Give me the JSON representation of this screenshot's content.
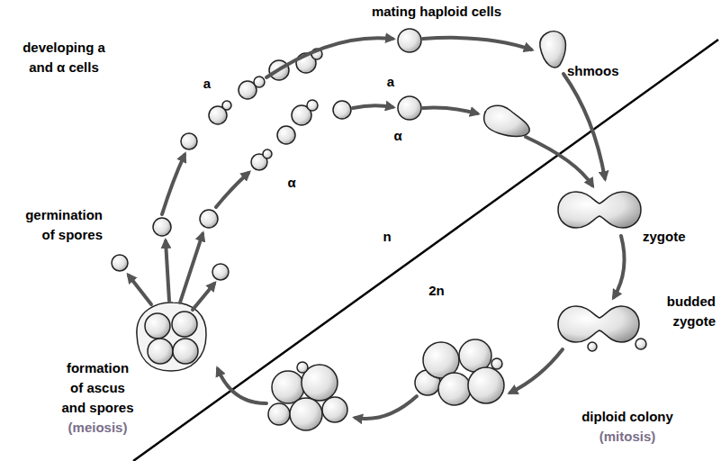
{
  "diagram": {
    "labels": [
      "mating haploid cells",
      "developing a and α cells",
      "a",
      "a",
      "α",
      "α",
      "shmoos",
      "zygote",
      "budded zygote",
      "germination of spores",
      "n",
      "2n",
      "formation of ascus and spores",
      "(meiosis)",
      "diploid colony",
      "(mitosis)"
    ]
  }
}
